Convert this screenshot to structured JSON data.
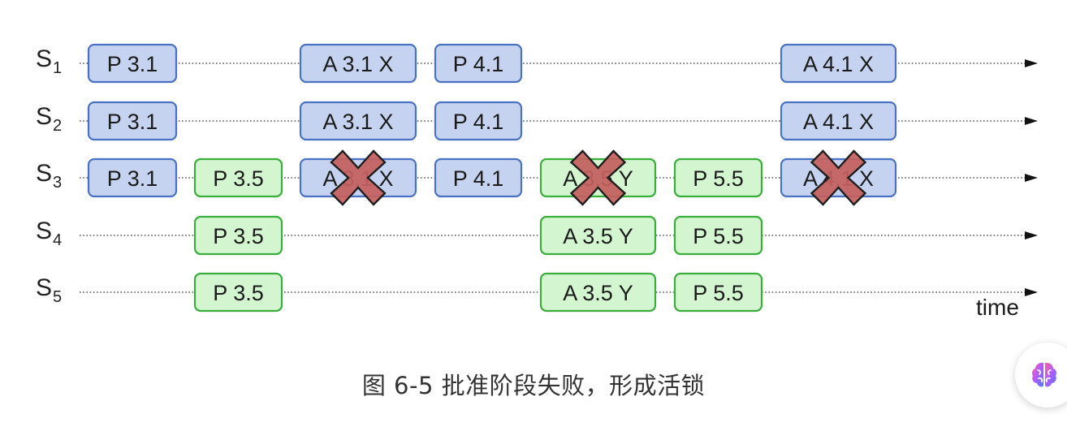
{
  "servers": [
    {
      "label": "S",
      "sub": "1"
    },
    {
      "label": "S",
      "sub": "2"
    },
    {
      "label": "S",
      "sub": "3"
    },
    {
      "label": "S",
      "sub": "4"
    },
    {
      "label": "S",
      "sub": "5"
    }
  ],
  "messages": [
    {
      "server": 0,
      "slot": "p31",
      "text": "P 3.1",
      "group": "blue",
      "rejected": false
    },
    {
      "server": 0,
      "slot": "a31",
      "text": "A 3.1 X",
      "group": "blue",
      "rejected": false
    },
    {
      "server": 0,
      "slot": "p41",
      "text": "P 4.1",
      "group": "blue",
      "rejected": false
    },
    {
      "server": 0,
      "slot": "a41",
      "text": "A 4.1 X",
      "group": "blue",
      "rejected": false
    },
    {
      "server": 1,
      "slot": "p31",
      "text": "P 3.1",
      "group": "blue",
      "rejected": false
    },
    {
      "server": 1,
      "slot": "a31",
      "text": "A 3.1 X",
      "group": "blue",
      "rejected": false
    },
    {
      "server": 1,
      "slot": "p41",
      "text": "P 4.1",
      "group": "blue",
      "rejected": false
    },
    {
      "server": 1,
      "slot": "a41",
      "text": "A 4.1 X",
      "group": "blue",
      "rejected": false
    },
    {
      "server": 2,
      "slot": "p31",
      "text": "P 3.1",
      "group": "blue",
      "rejected": false
    },
    {
      "server": 2,
      "slot": "p35",
      "text": "P 3.5",
      "group": "green",
      "rejected": false
    },
    {
      "server": 2,
      "slot": "a31",
      "text": "A 3.1 X",
      "group": "blue",
      "rejected": true
    },
    {
      "server": 2,
      "slot": "p41",
      "text": "P 4.1",
      "group": "blue",
      "rejected": false
    },
    {
      "server": 2,
      "slot": "a35",
      "text": "A 3.5 Y",
      "group": "green",
      "rejected": true
    },
    {
      "server": 2,
      "slot": "p55",
      "text": "P 5.5",
      "group": "green",
      "rejected": false
    },
    {
      "server": 2,
      "slot": "a41",
      "text": "A 4.1 X",
      "group": "blue",
      "rejected": true
    },
    {
      "server": 3,
      "slot": "p35",
      "text": "P 3.5",
      "group": "green",
      "rejected": false
    },
    {
      "server": 3,
      "slot": "a35",
      "text": "A 3.5 Y",
      "group": "green",
      "rejected": false
    },
    {
      "server": 3,
      "slot": "p55",
      "text": "P 5.5",
      "group": "green",
      "rejected": false
    },
    {
      "server": 4,
      "slot": "p35",
      "text": "P 3.5",
      "group": "green",
      "rejected": false
    },
    {
      "server": 4,
      "slot": "a35",
      "text": "A 3.5 Y",
      "group": "green",
      "rejected": false
    },
    {
      "server": 4,
      "slot": "p55",
      "text": "P 5.5",
      "group": "green",
      "rejected": false
    }
  ],
  "axis_label": "time",
  "caption": "图 6-5 批准阶段失败，形成活锁",
  "colors": {
    "blue_fill": "#c5d3f0",
    "blue_stroke": "#4a72c4",
    "green_fill": "#d3f6d0",
    "green_stroke": "#3aae3a",
    "reject_fill": "#c4605f",
    "reject_stroke": "#1e1e1e",
    "timeline": "#555555"
  },
  "icons": {
    "assistant": "brain-icon"
  }
}
